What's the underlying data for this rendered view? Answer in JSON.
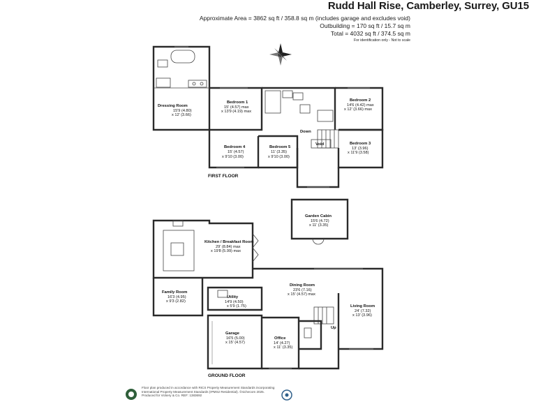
{
  "header": {
    "title": "Rudd Hall Rise, Camberley, Surrey, GU15",
    "area_lines": [
      "Approximate Area = 3862 sq ft / 358.8 sq m (includes garage and excludes void)",
      "Outbuilding = 170 sq ft / 15.7 sq m",
      "Total = 4032 sq ft / 374.5 sq m"
    ],
    "note": "For identification only - Not to scale"
  },
  "compass": {
    "label": "N",
    "icon": "compass-rose-icon"
  },
  "first_floor": {
    "label": "FIRST FLOOR",
    "rooms": [
      {
        "name": "Dressing Room",
        "dims": [
          "15'9 (4.80)",
          "x 12' (3.66)"
        ]
      },
      {
        "name": "Bedroom 1",
        "dims": [
          "15' (4.57) max",
          "x 13'9 (4.19) max"
        ]
      },
      {
        "name": "Bedroom 2",
        "dims": [
          "14'6 (4.42) max",
          "x 12' (3.66) max"
        ]
      },
      {
        "name": "Bedroom 3",
        "dims": [
          "13' (3.96)",
          "x 11'9 (3.58)"
        ]
      },
      {
        "name": "Bedroom 4",
        "dims": [
          "15' (4.57)",
          "x 9'10 (3.00)"
        ]
      },
      {
        "name": "Bedroom 5",
        "dims": [
          "11' (3.35)",
          "x 9'10 (3.00)"
        ]
      }
    ],
    "markers": {
      "down": "Down",
      "void": "Void"
    }
  },
  "ground_floor": {
    "label": "GROUND FLOOR",
    "rooms": [
      {
        "name": "Garden Cabin",
        "dims": [
          "15'6 (4.72)",
          "x 11' (3.35)"
        ]
      },
      {
        "name": "Kitchen / Breakfast Room",
        "dims": [
          "29' (8.84) max",
          "x 19'8 (5.99) max"
        ]
      },
      {
        "name": "Family Room",
        "dims": [
          "16'3 (4.95)",
          "x 9'3 (2.82)"
        ]
      },
      {
        "name": "Utility",
        "dims": [
          "14'9 (4.50)",
          "x 5'9 (1.75)"
        ]
      },
      {
        "name": "Dining Room",
        "dims": [
          "23'6 (7.16)",
          "x 15' (4.57) max"
        ]
      },
      {
        "name": "Living Room",
        "dims": [
          "24' (7.32)",
          "x 13' (3.96)"
        ]
      },
      {
        "name": "Garage",
        "dims": [
          "16'5 (5.00)",
          "x 15' (4.57)"
        ]
      },
      {
        "name": "Office",
        "dims": [
          "14' (4.27)",
          "x 11' (3.35)"
        ]
      }
    ],
    "markers": {
      "up": "Up"
    }
  },
  "footer": {
    "lines": [
      "Floor plan produced in accordance with RICS Property Measurement Standards incorporating",
      "International Property Measurement Standards (IPMS2 Residential). ©nichecom 2025.",
      "Produced for Vickery & Co.   REF: 1383692"
    ]
  },
  "colors": {
    "wall": "#2a2a2a",
    "text": "#111111",
    "fixture": "#444444"
  }
}
